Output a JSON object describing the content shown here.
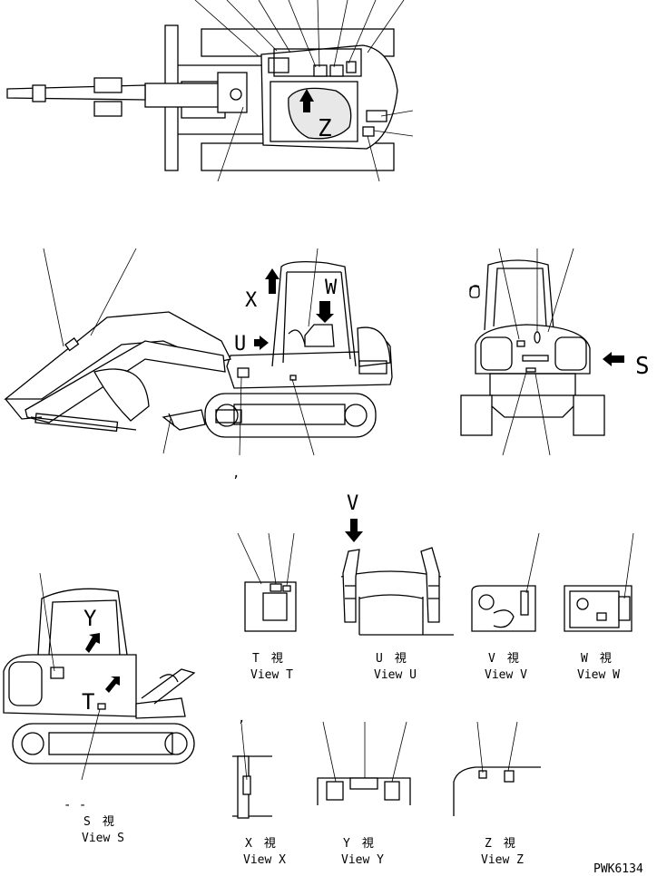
{
  "drawing_code": "PWK6134",
  "section_letters": {
    "top_view_z": "Z",
    "side_x": "X",
    "side_w": "W",
    "side_u": "U",
    "rear_s": "S",
    "left_t": "T",
    "left_y": "Y",
    "view_u_arrow": "V",
    "stray_mark_side": ",",
    "stray_mark_x": ",",
    "stray_mark_left": "- -"
  },
  "views": [
    {
      "jp": "T　視",
      "en": "View T"
    },
    {
      "jp": "U　視",
      "en": "View U"
    },
    {
      "jp": "V　視",
      "en": "View V"
    },
    {
      "jp": "W　視",
      "en": "View W"
    },
    {
      "jp": "S　視",
      "en": "View S"
    },
    {
      "jp": "X　視",
      "en": "View X"
    },
    {
      "jp": "Y　視",
      "en": "View Y"
    },
    {
      "jp": "Z　視",
      "en": "View Z"
    }
  ]
}
